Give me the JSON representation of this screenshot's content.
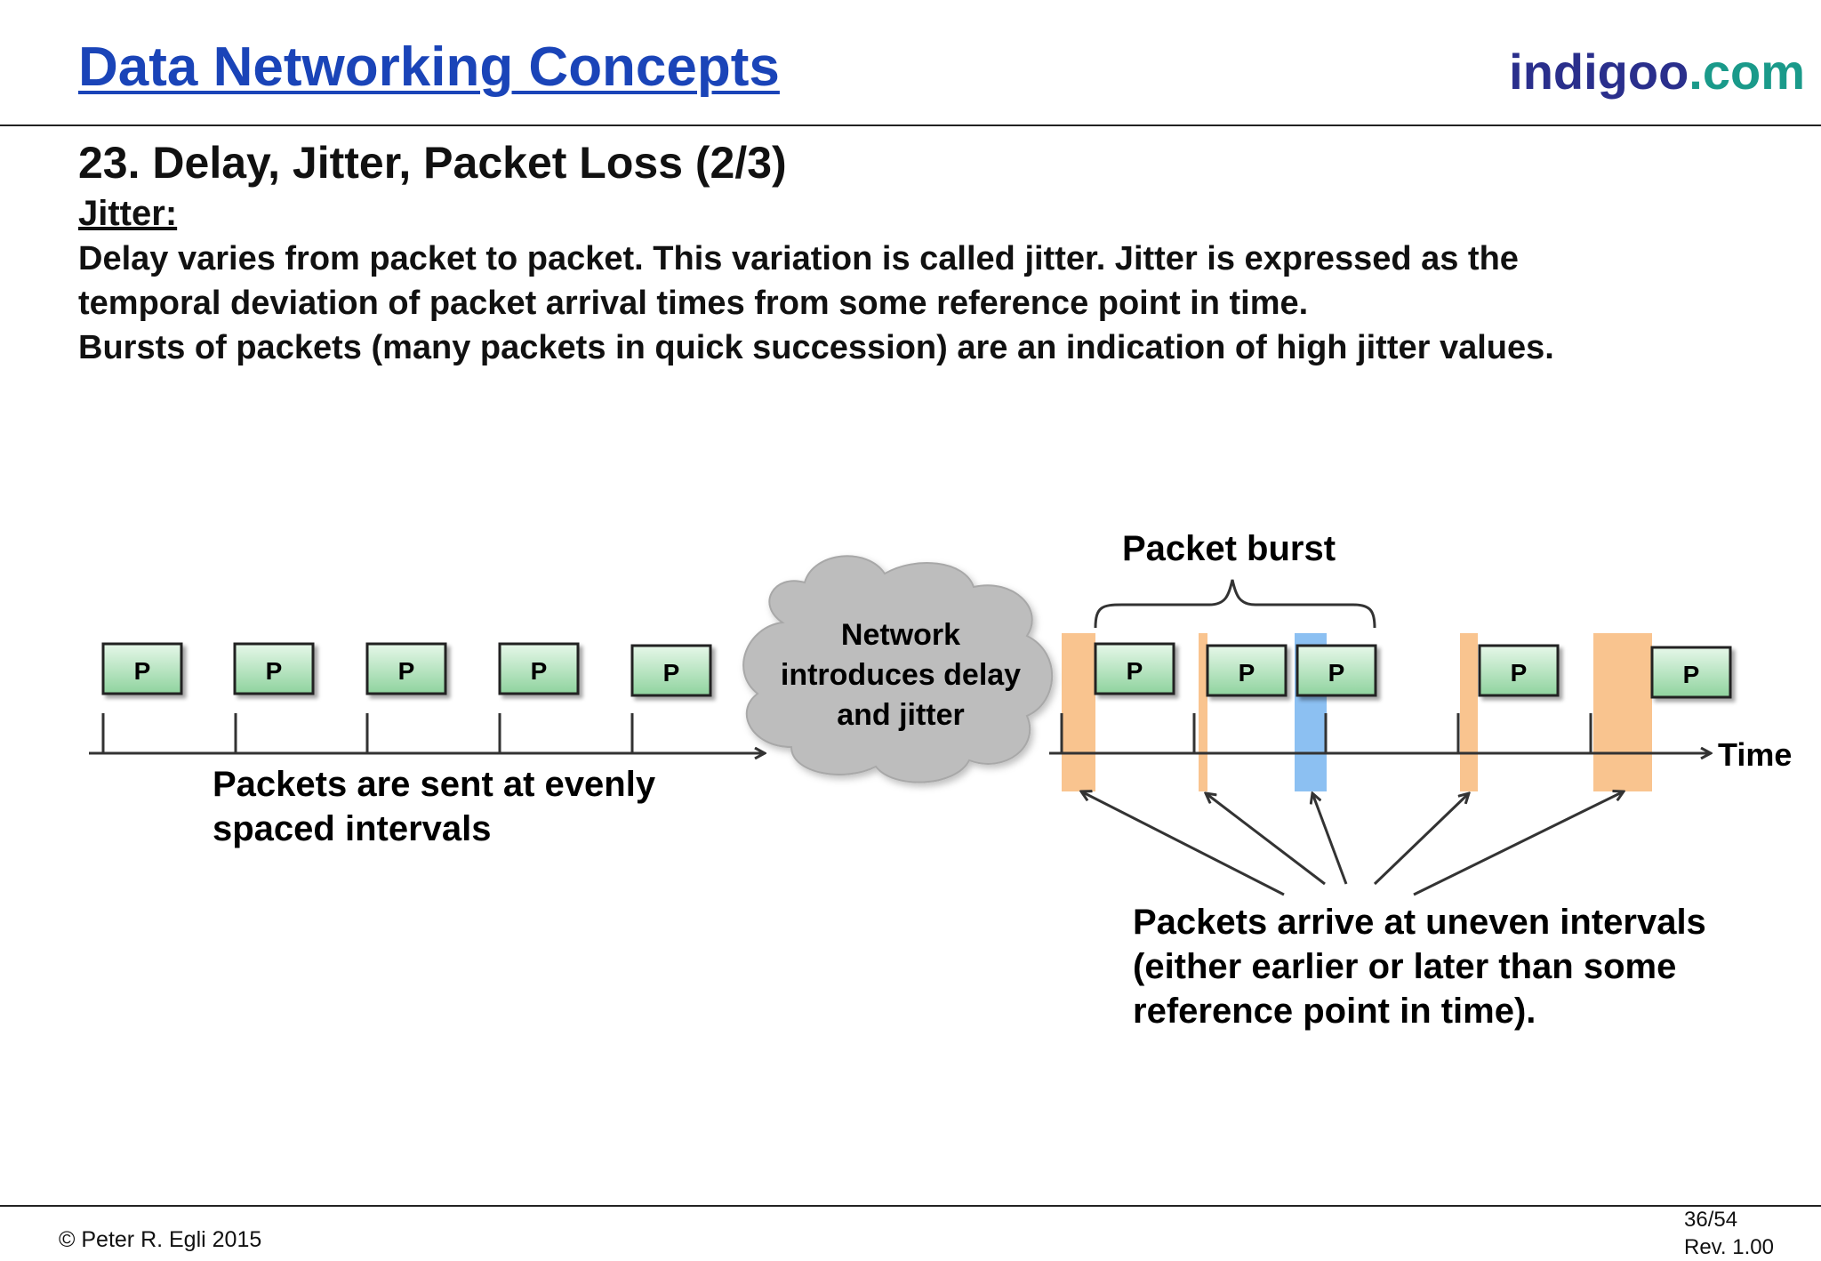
{
  "header": {
    "title": "Data Networking Concepts",
    "brand_main": "indigoo",
    "brand_suffix": ".com"
  },
  "slide": {
    "title": "23. Delay, Jitter, Packet Loss (2/3)",
    "section_label": "Jitter:",
    "body_lines": [
      "Delay varies from packet to packet. This variation is called jitter. Jitter is expressed as the",
      "temporal deviation of packet arrival times from some reference point in time.",
      "Bursts of packets (many packets in quick succession) are an indication of high jitter values."
    ]
  },
  "diagram": {
    "packet_label": "P",
    "sent_packet_count": 5,
    "cloud_lines": [
      "Network",
      "introduces delay",
      "and jitter"
    ],
    "burst_label": "Packet burst",
    "time_label": "Time",
    "sent_caption_lines": [
      "Packets are sent at evenly",
      "spaced intervals"
    ],
    "arrive_caption_lines": [
      "Packets arrive at uneven intervals",
      "(either earlier or later than some",
      "reference point in time)."
    ],
    "colors": {
      "packet_fill_top": "#e6f7e9",
      "packet_fill_bottom": "#8fd39e",
      "late_band": "#f9c48f",
      "early_band": "#8cc0f2",
      "cloud": "#bdbdbd"
    }
  },
  "footer": {
    "copyright": "© Peter R. Egli 2015",
    "page": "36/54",
    "revision": "Rev. 1.00"
  }
}
